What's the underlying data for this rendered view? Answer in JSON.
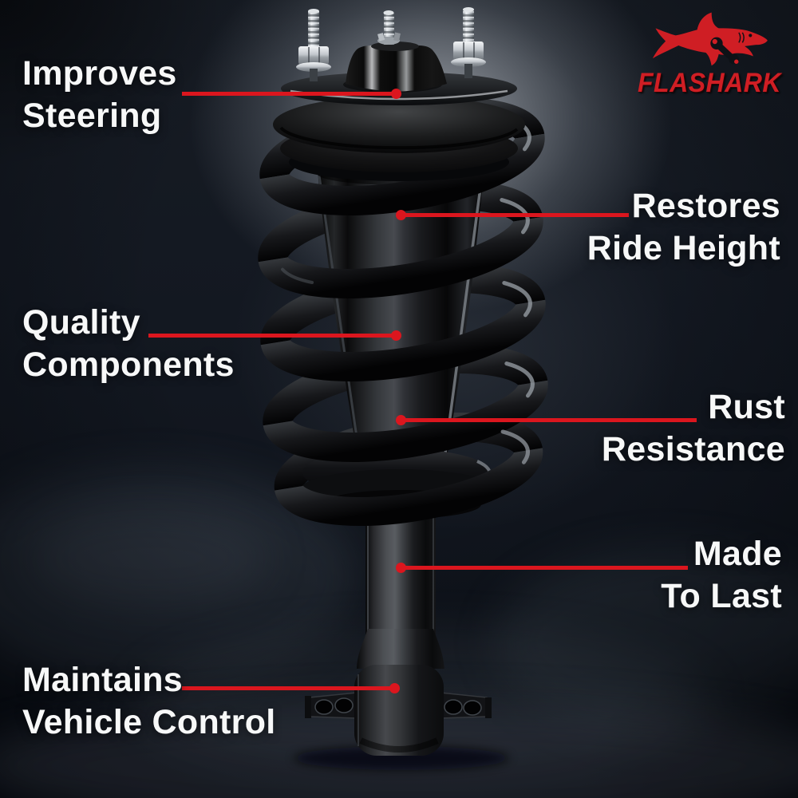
{
  "brand": {
    "name": "FLASHARK",
    "icon": "shark-with-wrench-logo-icon"
  },
  "callouts": [
    {
      "id": "improves-steering",
      "line1": "Improves",
      "line2": "Steering",
      "side": "left",
      "target": "upper strut mount"
    },
    {
      "id": "restores-ride-height",
      "line1": "Restores",
      "line2": "Ride Height",
      "side": "right",
      "target": "coil spring"
    },
    {
      "id": "quality-components",
      "line1": "Quality",
      "line2": "Components",
      "side": "left",
      "target": "strut body"
    },
    {
      "id": "rust-resistance",
      "line1": "Rust",
      "line2": "Resistance",
      "side": "right",
      "target": "strut body coating"
    },
    {
      "id": "made-to-last",
      "line1": "Made",
      "line2": "To Last",
      "side": "right",
      "target": "shock tube"
    },
    {
      "id": "maintains-vehicle-control",
      "line1": "Maintains",
      "line2": "Vehicle Control",
      "side": "left",
      "target": "lower bushing mount"
    }
  ],
  "colors": {
    "accent_red": "#db161e",
    "logo_red": "#cf1e24",
    "text_white": "#f7f8f8",
    "background_dark": "#0d1118"
  }
}
